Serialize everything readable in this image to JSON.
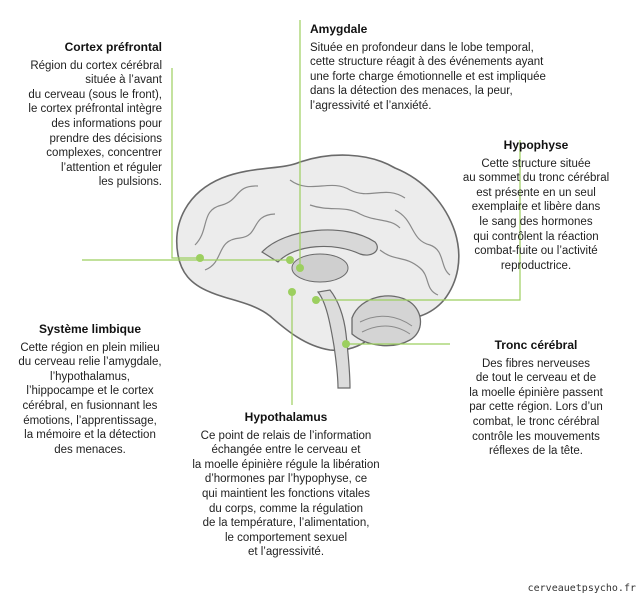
{
  "labels": {
    "cortex": {
      "title": "Cortex préfrontal",
      "text": "Région du cortex cérébral\nsituée à l’avant\ndu cerveau (sous le front),\nle cortex préfrontal intègre\ndes informations pour\nprendre des décisions\ncomplexes, concentrer\nl’attention et réguler\nles pulsions."
    },
    "amygdale": {
      "title": "Amygdale",
      "text": "Située en profondeur dans le lobe temporal,\ncette structure réagit à des événements ayant\nune forte charge émotionnelle et est impliquée\ndans la détection des menaces, la peur,\nl’agressivité et l’anxiété."
    },
    "hypophyse": {
      "title": "Hypophyse",
      "text": "Cette structure située\nau sommet du tronc cérébral\nest présente en un seul\nexemplaire et libère dans\nle sang des hormones\nqui contrôlent la réaction\ncombat-fuite ou l’activité\nreproductrice."
    },
    "limbique": {
      "title": "Système limbique",
      "text": "Cette région en plein milieu\ndu cerveau relie l’amygdale,\nl’hypothalamus,\nl’hippocampe et le cortex\ncérébral, en fusionnant les\némotions, l’apprentissage,\nla mémoire et la détection\ndes menaces."
    },
    "tronc": {
      "title": "Tronc cérébral",
      "text": "Des fibres nerveuses\nde tout le cerveau et de\nla moelle épinière passent\npar cette région. Lors d’un\ncombat, le tronc cérébral\ncontrôle les mouvements\nréflexes de la tête."
    },
    "hypothalamus": {
      "title": "Hypothalamus",
      "text": "Ce point de relais de l’information\néchangée entre le cerveau et\nla moelle épinière régule la libération\nd’hormones par l’hypophyse, ce\nqui maintient les fonctions vitales\ndu corps, comme la régulation\nde la température, l’alimentation,\nle comportement sexuel\net l’agressivité."
    }
  },
  "credit": "cerveauetpsycho.fr",
  "colors": {
    "leader": "#9ccf5f",
    "brain": "#8a8a8a",
    "brain_fill": "#ececec"
  }
}
